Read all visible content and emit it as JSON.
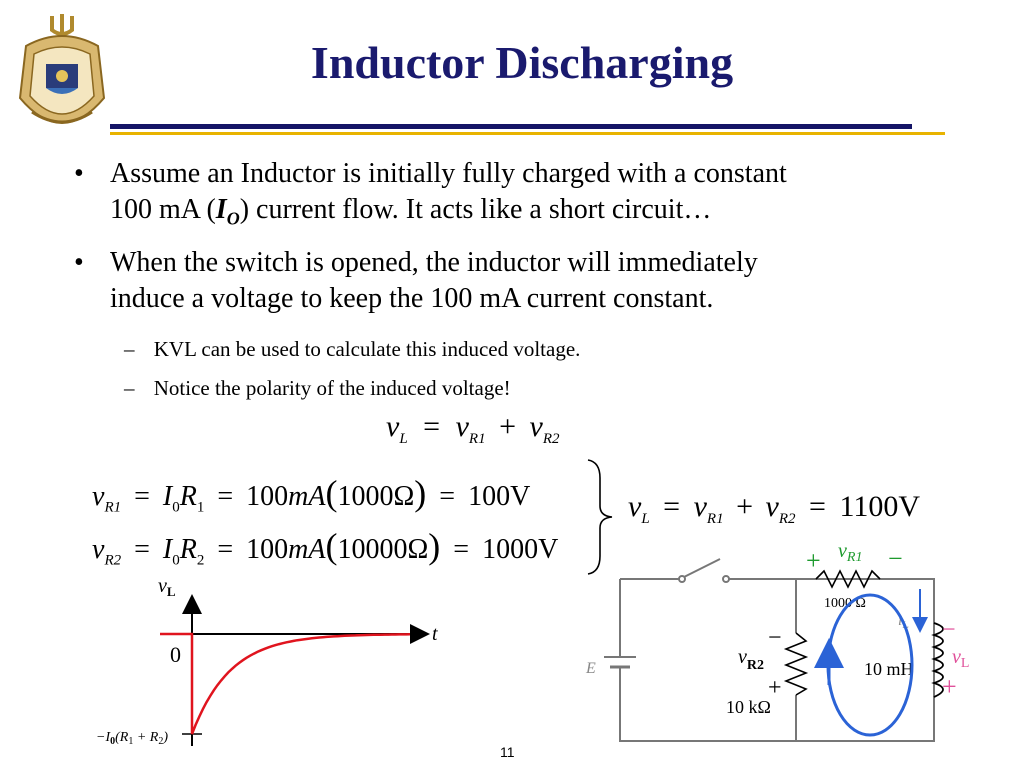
{
  "slide": {
    "title": "Inductor Discharging",
    "page_number": "11"
  },
  "bullets": [
    {
      "line1": "Assume an Inductor is initially fully charged with a constant",
      "line2_pre": "100 mA (",
      "line2_sym": "I",
      "line2_sub": "O",
      "line2_post": ") current flow.  It acts like a short circuit…"
    },
    {
      "line1": "When the switch is opened, the inductor will immediately",
      "line2": "induce a voltage to keep the 100 mA current constant."
    }
  ],
  "sub_bullets": [
    "KVL can be used to calculate this induced voltage.",
    "Notice the polarity of the induced voltage!"
  ],
  "equations": {
    "kvl": {
      "lhs": "v",
      "lhs_sub": "L",
      "eq": "=",
      "t1": "v",
      "t1_sub": "R1",
      "plus": "+",
      "t2": "v",
      "t2_sub": "R2"
    },
    "vr1": {
      "lhs": "v",
      "lhs_sub": "R1",
      "mid": "I",
      "mid_sub": "0",
      "r": "R",
      "r_sub": "1",
      "val": "100",
      "unit": "mA",
      "res": "1000Ω",
      "result": "100V"
    },
    "vr2": {
      "lhs": "v",
      "lhs_sub": "R2",
      "mid": "I",
      "mid_sub": "0",
      "r": "R",
      "r_sub": "2",
      "val": "100",
      "unit": "mA",
      "res": "10000Ω",
      "result": "1000V"
    },
    "total": {
      "lhs": "v",
      "lhs_sub": "L",
      "t1": "v",
      "t1_sub": "R1",
      "t2": "v",
      "t2_sub": "R2",
      "result": "1100V"
    }
  },
  "graph": {
    "y_label": "v",
    "y_label_sub": "L",
    "x_label": "t",
    "zero_label": "0",
    "min_label": "−I",
    "min_label_sub": "0",
    "min_label_rest": "(R",
    "min_r1_sub": "1",
    "min_plus": " + R",
    "min_r2_sub": "2",
    "min_close": ")",
    "curve_color": "#e0141e"
  },
  "circuit": {
    "source_label": "E",
    "r1_value": "1000 Ω",
    "r1_label": "v",
    "r1_label_sub": "R1",
    "r1_plus": "+",
    "r1_minus": "−",
    "r2_value": "10 kΩ",
    "r2_label": "v",
    "r2_label_sub": "R2",
    "r2_minus": "−",
    "r2_plus": "+",
    "inductor_value": "10 mH",
    "current_label": "i",
    "current_sub": "L",
    "vl_label": "v",
    "vl_sub": "L",
    "vl_minus": "−",
    "vl_plus": "+",
    "accent_green": "#1e9a2e",
    "accent_pink": "#e0509a",
    "loop_blue": "#2b63d6"
  },
  "logo": {
    "name": "naval-academy-seal"
  }
}
